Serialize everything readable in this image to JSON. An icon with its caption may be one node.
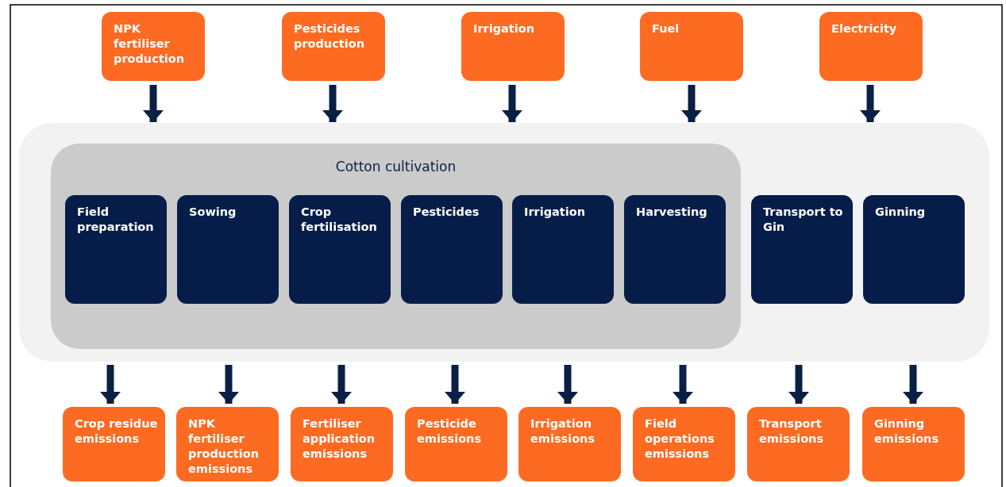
{
  "diagram": {
    "nodes": [
      {
        "text": [
          "NPK fertiliser production"
        ]
      },
      {
        "text": [
          "Pesticides production"
        ]
      },
      {
        "text": [
          "Irrigation"
        ]
      },
      {
        "text": [
          "Fuel"
        ]
      },
      {
        "text": [
          "Electricity"
        ]
      },
      {
        "text": [],
        "shape": "box"
      },
      {
        "text": [
          "Cotton cultivation"
        ],
        "in": 5
      },
      {
        "text": [
          "Field preparation"
        ],
        "in": 6
      },
      {
        "text": [
          "Sowing"
        ],
        "in": 6
      },
      {
        "text": [
          "Crop fertilisation"
        ],
        "in": 6
      },
      {
        "text": [
          "Pesticides"
        ],
        "in": 6
      },
      {
        "text": [
          "Irrigation"
        ],
        "in": 6
      },
      {
        "text": [
          "Harvesting"
        ],
        "in": 6
      },
      {
        "text": [
          "Transport to Gin"
        ],
        "in": 5
      },
      {
        "text": [
          "Ginning"
        ],
        "in": 5
      },
      {
        "text": [
          "Crop residue emissions"
        ]
      },
      {
        "text": [
          "NPK fertiliser production emissions"
        ]
      },
      {
        "text": [
          "Fertiliser application emissions"
        ]
      },
      {
        "text": [
          "Pesticide emissions"
        ]
      },
      {
        "text": [
          "Irrigation emissions"
        ]
      },
      {
        "text": [
          "Field operations emissions"
        ]
      },
      {
        "text": [
          "Transport emissions"
        ]
      },
      {
        "text": [
          "Ginning emissions"
        ]
      }
    ],
    "edges": [
      {
        "from": 0,
        "to": 5,
        "arrow": "to"
      },
      {
        "from": 1,
        "to": 5,
        "arrow": "to"
      },
      {
        "from": 2,
        "to": 5,
        "arrow": "to"
      },
      {
        "from": 3,
        "to": 5,
        "arrow": "to"
      },
      {
        "from": 4,
        "to": 5,
        "arrow": "to"
      },
      {
        "from": 5,
        "to": 15,
        "arrow": "to"
      },
      {
        "from": 5,
        "to": 16,
        "arrow": "to"
      },
      {
        "from": 5,
        "to": 17,
        "arrow": "to"
      },
      {
        "from": 5,
        "to": 18,
        "arrow": "to"
      },
      {
        "from": 5,
        "to": 19,
        "arrow": "to"
      },
      {
        "from": 5,
        "to": 20,
        "arrow": "to"
      },
      {
        "from": 5,
        "to": 21,
        "arrow": "to"
      },
      {
        "from": 5,
        "to": 22,
        "arrow": "to"
      }
    ]
  }
}
